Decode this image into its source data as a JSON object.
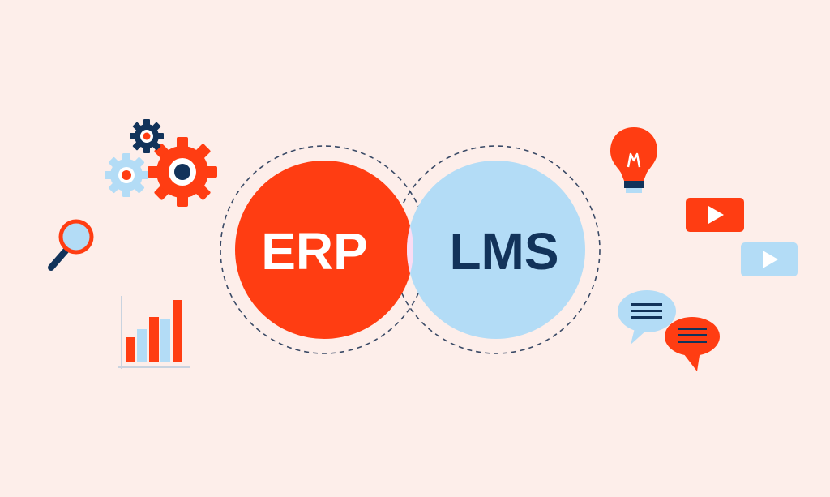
{
  "diagram": {
    "left_circle": {
      "label": "ERP",
      "color": "#ff3d12"
    },
    "right_circle": {
      "label": "LMS",
      "color": "#b3dcf6"
    },
    "overlap_color": "#fbdcf3",
    "label_colors": {
      "left": "#ffffff",
      "right": "#12335a"
    }
  },
  "icons": {
    "left": [
      "gears-icon",
      "magnifier-icon",
      "bar-chart-icon"
    ],
    "right": [
      "lightbulb-icon",
      "play-icon-red",
      "play-icon-blue",
      "chat-bubble-blue-icon",
      "chat-bubble-red-icon"
    ]
  },
  "palette": {
    "background": "#fdeeea",
    "accent_red": "#ff3d12",
    "accent_blue": "#b3dcf6",
    "navy": "#12335a"
  }
}
